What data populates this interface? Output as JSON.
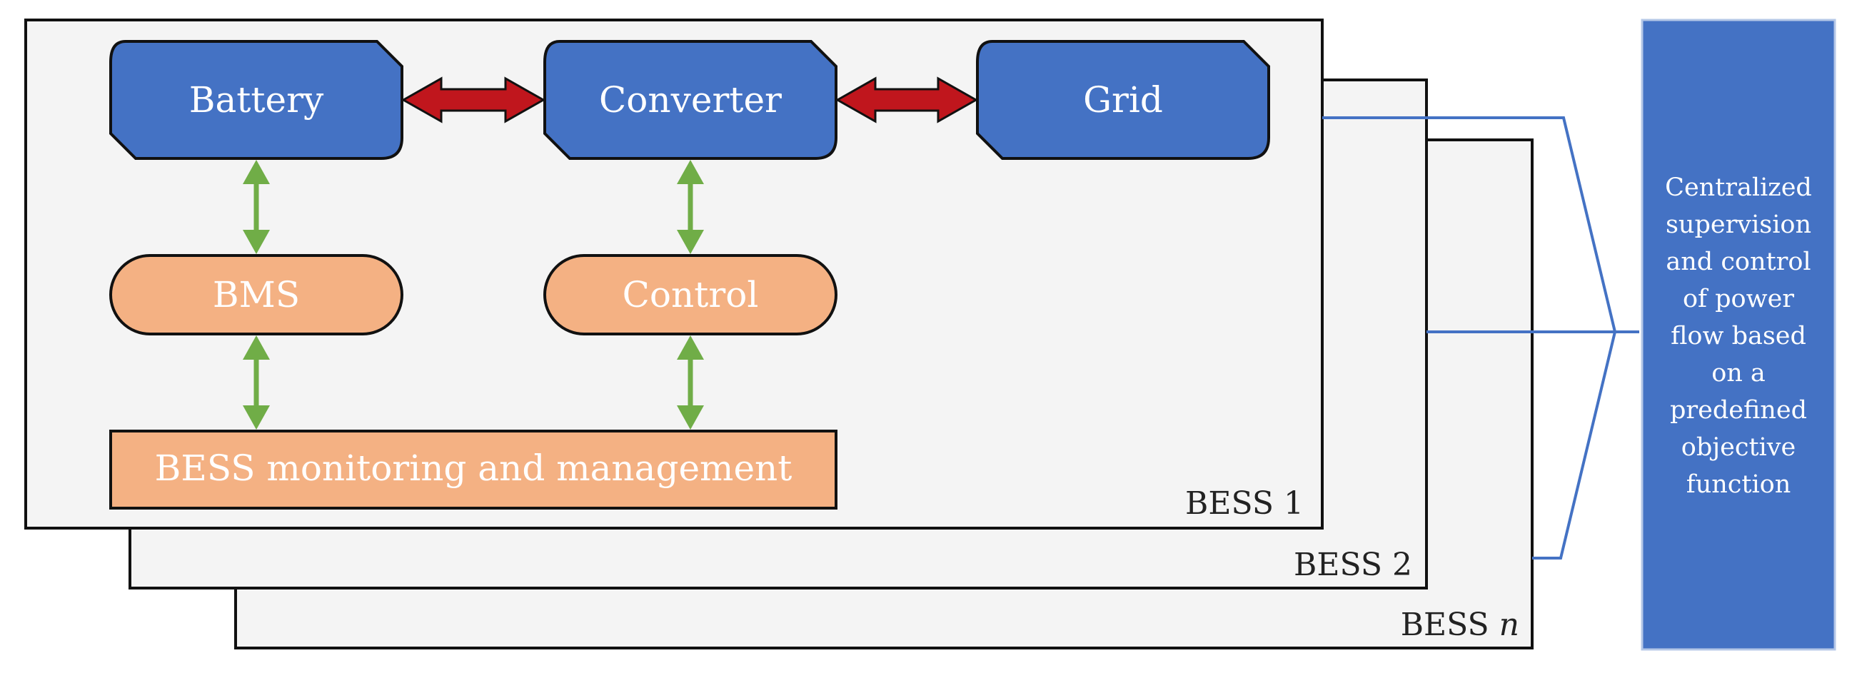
{
  "diagram": {
    "components": {
      "battery": "Battery",
      "converter": "Converter",
      "grid": "Grid",
      "bms": "BMS",
      "control": "Control",
      "monitoring": "BESS monitoring and management"
    },
    "panels": {
      "bess1": "BESS 1",
      "bess2": "BESS 2",
      "bessn_prefix": "BESS ",
      "bessn_italic": "n"
    },
    "supervisor": {
      "lines": [
        "Centralized",
        "supervision",
        "and control",
        "of power",
        "flow based",
        "on a",
        "predefined",
        "objective",
        "function"
      ]
    },
    "colors": {
      "blue_box": "#4472C4",
      "orange_box": "#F4B183",
      "red_arrow": "#C0161D",
      "green_arrow": "#70AD47",
      "panel_fill": "#F4F4F4",
      "bracket_line": "#4472C4"
    }
  }
}
